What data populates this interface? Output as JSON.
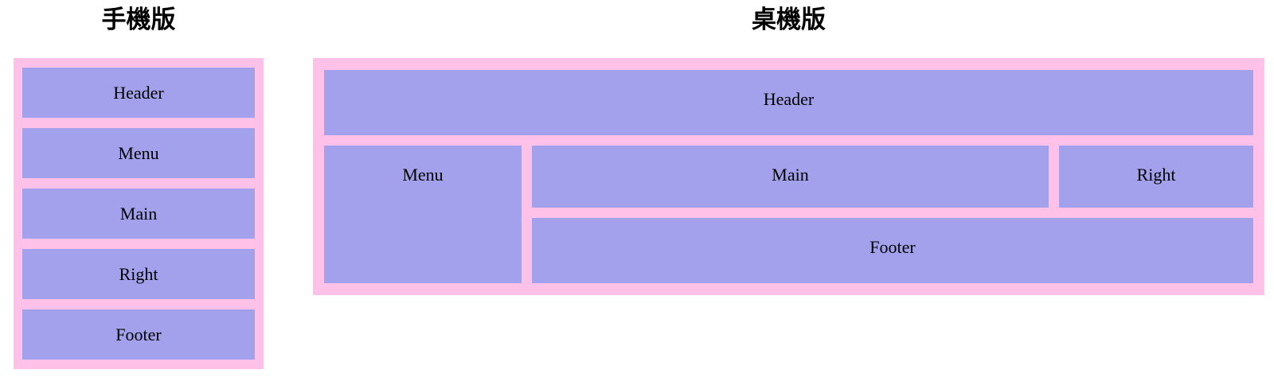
{
  "colors": {
    "page_bg": "#ffffff",
    "panel_bg": "#ffc1e8",
    "box_bg": "#a3a1ec",
    "title_text": "#000000",
    "label_text": "#000000"
  },
  "mobile": {
    "title": "手機版",
    "boxes": {
      "header": "Header",
      "menu": "Menu",
      "main": "Main",
      "right": "Right",
      "footer": "Footer"
    }
  },
  "desktop": {
    "title": "桌機版",
    "boxes": {
      "header": "Header",
      "menu": "Menu",
      "main": "Main",
      "right": "Right",
      "footer": "Footer"
    }
  }
}
